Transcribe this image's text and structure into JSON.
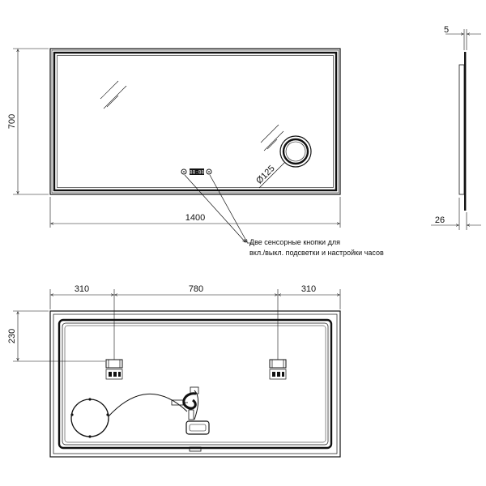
{
  "front_view": {
    "width_label": "1400",
    "height_label": "700",
    "magnifier_label": "Ø125",
    "clock_display": "88:88"
  },
  "side_view": {
    "thickness_label": "5",
    "depth_label": "26"
  },
  "callout": {
    "line1": "Две сенсорные кнопки для",
    "line2": "вкл./выкл. подсветки и настройки часов"
  },
  "rear_view": {
    "left_offset_label": "310",
    "center_label": "780",
    "right_offset_label": "310",
    "mount_height_label": "230"
  },
  "colors": {
    "line": "#111111",
    "paper": "#ffffff"
  }
}
